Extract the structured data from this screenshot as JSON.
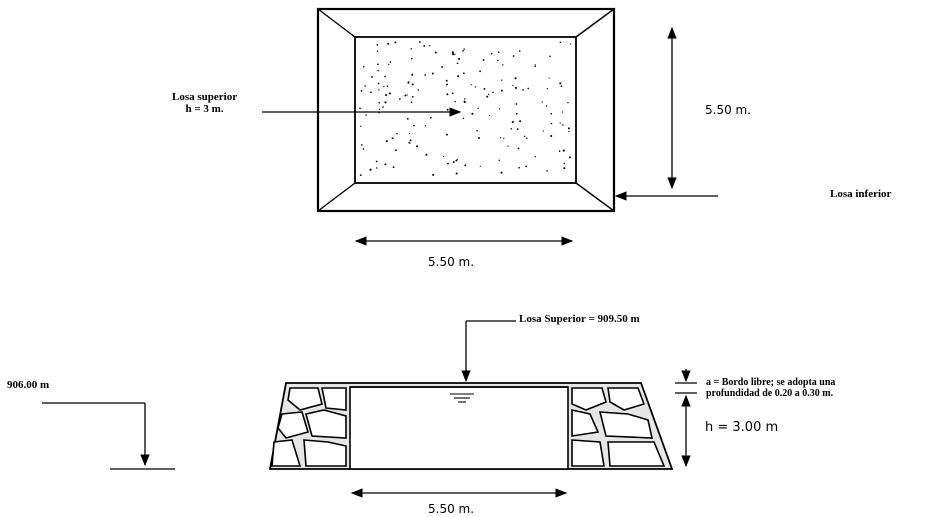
{
  "plan_view": {
    "upper_slab_label_line1": "Losa superior",
    "upper_slab_label_line2": "h = 3 m.",
    "height_dimension": "5.50  m.",
    "width_dimension": "5.50  m.",
    "lower_slab_label": "Losa inferior"
  },
  "section_view": {
    "upper_slab_level": "Losa Superior = 909.50 m",
    "ground_level": "906.00 m",
    "freeboard_line1": "a = Bordo libre; se adopta una",
    "freeboard_line2": "profundidad de 0.20 a 0.30 m.",
    "depth_dimension": "h  =  3.00  m",
    "width_dimension": "5.50  m."
  },
  "colors": {
    "ink": "#000000",
    "background": "#ffffff"
  }
}
